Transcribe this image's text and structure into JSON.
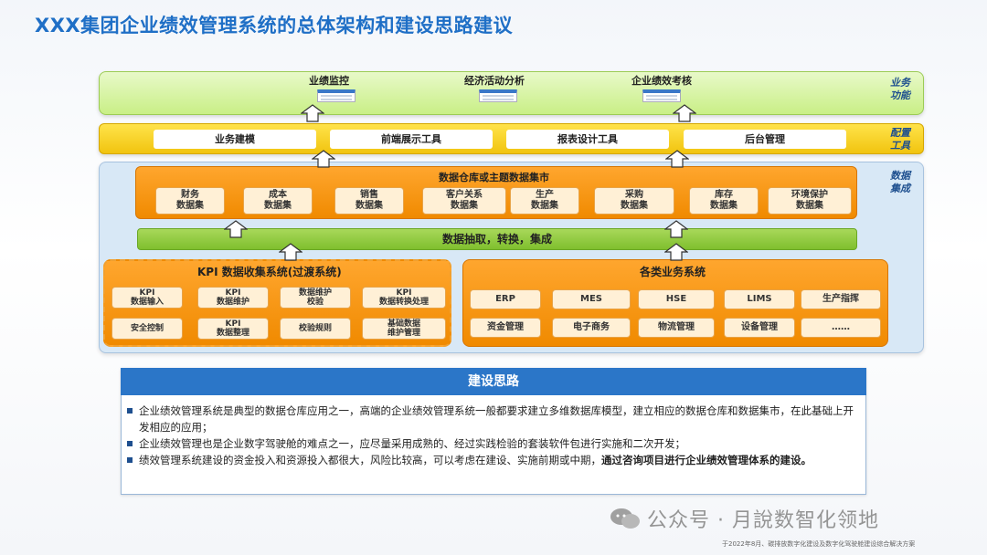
{
  "title": "XXX集团企业绩效管理系统的总体架构和建设思路建议",
  "business": {
    "side_label": "业务\n功能",
    "items": [
      "业绩监控",
      "经济活动分析",
      "企业绩效考核"
    ]
  },
  "config": {
    "side_label": "配置\n工具",
    "items": [
      "业务建模",
      "前端展示工具",
      "报表设计工具",
      "后台管理"
    ]
  },
  "data_integration": {
    "side_label": "数据\n集成",
    "warehouse_title": "数据仓库或主题数据集市",
    "datasets": [
      "财务\n数据集",
      "成本\n数据集",
      "销售\n数据集",
      "客户关系\n数据集",
      "生产\n数据集",
      "采购\n数据集",
      "库存\n数据集",
      "环境保护\n数据集"
    ],
    "etl_label": "数据抽取，转换，集成",
    "kpi_title": "KPI 数据收集系统(过渡系统)",
    "kpi_items": [
      "KPI\n数据输入",
      "KPI\n数据维护",
      "数据维护\n校验",
      "KPI\n数据转换处理",
      "安全控制",
      "KPI\n数据整理",
      "校验规则",
      "基础数据\n维护管理"
    ],
    "systems_title": "各类业务系统",
    "systems": [
      "ERP",
      "MES",
      "HSE",
      "LIMS",
      "生产指挥",
      "资金管理",
      "电子商务",
      "物流管理",
      "设备管理",
      "……"
    ]
  },
  "ideas": {
    "header": "建设思路",
    "bullet1": "企业绩效管理系统是典型的数据仓库应用之一，高端的企业绩效管理系统一般都要求建立多维数据库模型，建立相应的数据仓库和数据集市，在此基础上开发相应的应用；",
    "bullet2": "企业绩效管理也是企业数字驾驶舱的难点之一，应尽量采用成熟的、经过实践检验的套装软件包进行实施和二次开发；",
    "bullet3_normal": "绩效管理系统建设的资金投入和资源投入都很大，风险比较高，可以考虑在建设、实施前期或中期，",
    "bullet3_bold": "通过咨询项目进行企业绩效管理体系的建设。"
  },
  "watermark": "公众号 · 月說数智化领地",
  "footer": "于2022年8月、碳排放数字化建设及数字化驾驶舱建设综合解决方案"
}
